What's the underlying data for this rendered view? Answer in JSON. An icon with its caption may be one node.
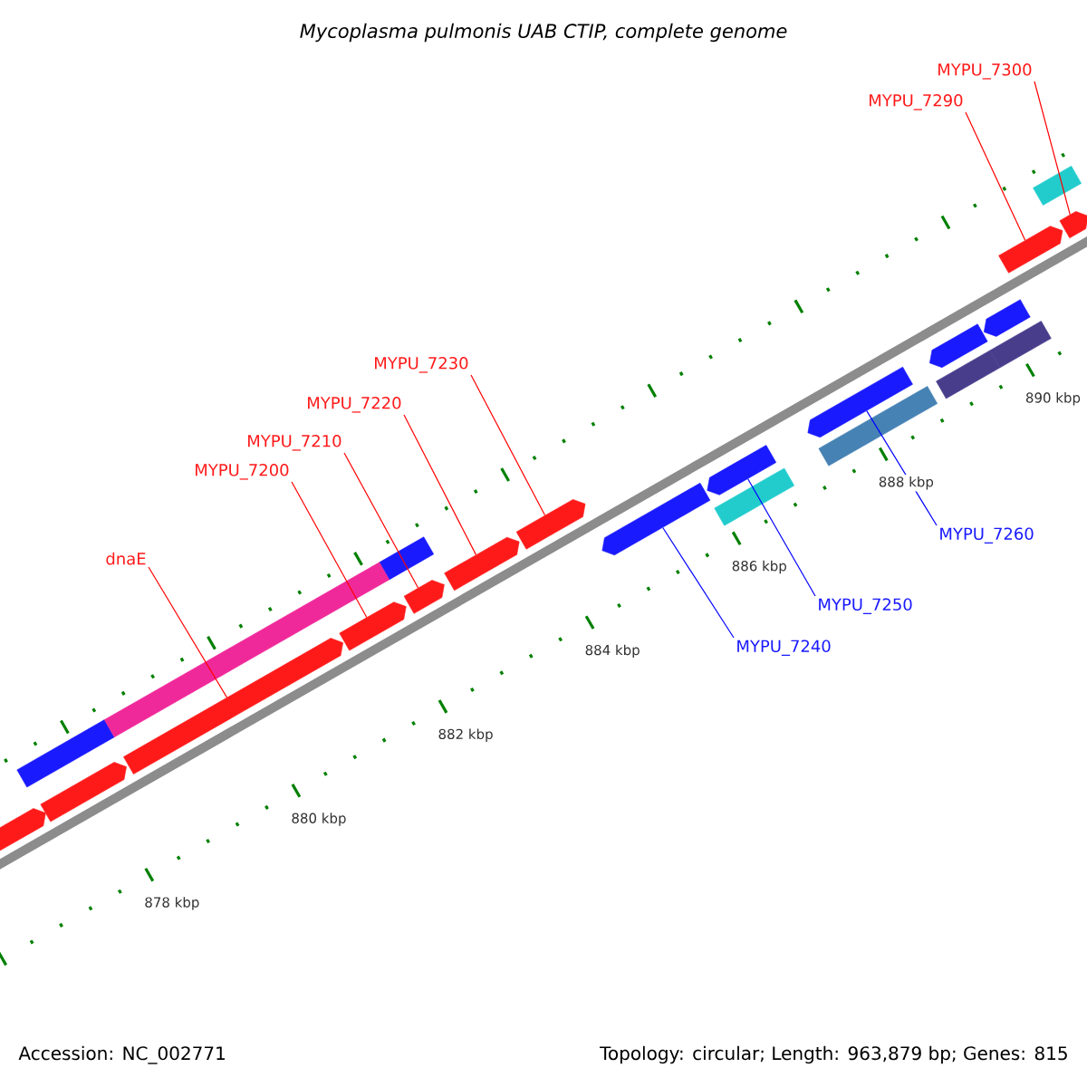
{
  "diagram": {
    "title": "Mycoplasma pulmonis UAB CTIP, complete genome",
    "nodes": [
      {
        "text": [
          "MYPU_7300"
        ]
      },
      {
        "text": [
          "MYPU_7290"
        ]
      },
      {
        "text": [
          "MYPU_7230"
        ]
      },
      {
        "text": [
          "MYPU_7220"
        ]
      },
      {
        "text": [
          "MYPU_7210"
        ]
      },
      {
        "text": [
          "MYPU_7200"
        ]
      },
      {
        "text": [
          "MYPU_7260"
        ]
      },
      {
        "text": [
          "dnaE"
        ]
      },
      {
        "text": [
          "MYPU_7250"
        ]
      },
      {
        "text": [
          "MYPU_7240"
        ]
      },
      {
        "text": [],
        "shape": "arrow"
      },
      {
        "text": [],
        "shape": "arrow"
      },
      {
        "text": [],
        "shape": "bar"
      },
      {
        "text": [],
        "shape": "arrow"
      },
      {
        "text": [],
        "shape": "bar"
      },
      {
        "text": [],
        "shape": "arrow"
      },
      {
        "text": [],
        "shape": "arrow"
      },
      {
        "text": [],
        "shape": "bar"
      },
      {
        "text": [],
        "shape": "arrow"
      },
      {
        "text": [],
        "shape": "arrow"
      },
      {
        "text": [],
        "shape": "arrow"
      },
      {
        "text": [],
        "shape": "bar"
      },
      {
        "text": [],
        "shape": "arrow"
      },
      {
        "text": [],
        "shape": "bar"
      },
      {
        "text": [],
        "shape": "arrow"
      },
      {
        "text": [],
        "shape": "bar"
      },
      {
        "text": [],
        "shape": "arrow"
      },
      {
        "text": [],
        "shape": "bar"
      },
      {
        "text": [],
        "shape": "arrow"
      },
      {
        "text": [],
        "shape": "arrow"
      },
      {
        "text": [],
        "shape": "arrow"
      },
      {
        "text": [],
        "shape": "bar"
      }
    ],
    "edges": [
      {
        "from": 0,
        "to": 30,
        "arrow": "none"
      },
      {
        "from": 1,
        "to": 29,
        "arrow": "none"
      },
      {
        "from": 2,
        "to": 19,
        "arrow": "none"
      },
      {
        "from": 3,
        "to": 18,
        "arrow": "none"
      },
      {
        "from": 4,
        "to": 16,
        "arrow": "none"
      },
      {
        "from": 5,
        "to": 15,
        "arrow": "none"
      },
      {
        "from": 6,
        "to": 24,
        "arrow": "none",
        "color": "#0000ff"
      },
      {
        "from": 7,
        "to": 13,
        "arrow": "none"
      },
      {
        "from": 8,
        "to": 22,
        "arrow": "none",
        "color": "#0000ff"
      },
      {
        "from": 9,
        "to": 20,
        "arrow": "none",
        "color": "#0000ff"
      }
    ],
    "labels": [
      "890 kbp",
      "888 kbp",
      "886 kbp",
      "884 kbp",
      "882 kbp",
      "880 kbp",
      "878 kbp",
      "Accession: NC_002771",
      "Topology: circular; Length: 963,879 bp; Genes: 815"
    ]
  }
}
